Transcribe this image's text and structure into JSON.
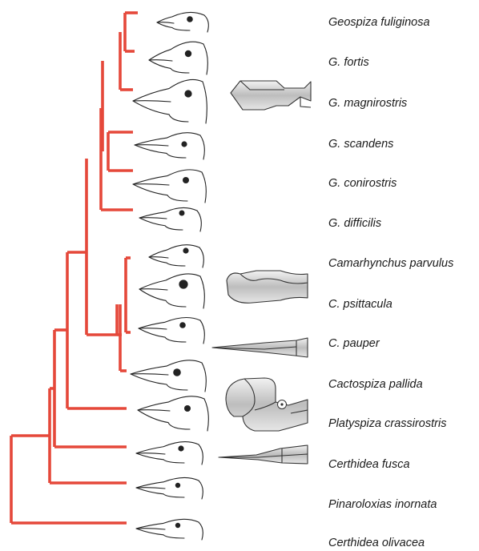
{
  "tree": {
    "branch_color": "#e5483a",
    "taxa": [
      {
        "id": "t1",
        "name": "Geospiza fuliginosa"
      },
      {
        "id": "t2",
        "name": "G. fortis"
      },
      {
        "id": "t3",
        "name": "G. magnirostris"
      },
      {
        "id": "t4",
        "name": "G. scandens"
      },
      {
        "id": "t5",
        "name": "G. conirostris"
      },
      {
        "id": "t6",
        "name": "G. difficilis"
      },
      {
        "id": "t7",
        "name": "Camarhynchus parvulus"
      },
      {
        "id": "t8",
        "name": "C. psittacula"
      },
      {
        "id": "t9",
        "name": "C. pauper"
      },
      {
        "id": "t10",
        "name": "Cactospiza pallida"
      },
      {
        "id": "t11",
        "name": "Platyspiza crassirostris"
      },
      {
        "id": "t12",
        "name": "Certhidea fusca"
      },
      {
        "id": "t13",
        "name": "Pinaroloxias inornata"
      },
      {
        "id": "t14",
        "name": "Certhidea olivacea"
      }
    ]
  },
  "tools": [
    {
      "name": "pliers-tool"
    },
    {
      "name": "parrot-beak-pliers-tool"
    },
    {
      "name": "needle-nose-pliers-tool"
    },
    {
      "name": "lineman-pliers-tool"
    },
    {
      "name": "tweezers-tool"
    }
  ]
}
